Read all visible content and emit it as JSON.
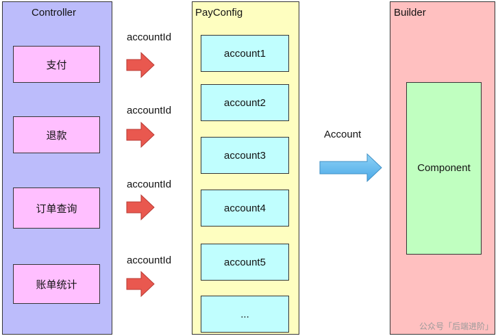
{
  "colors": {
    "controller_bg": "#bcbcfb",
    "controller_item_bg": "#ffbfff",
    "payconfig_bg": "#fefec0",
    "account_bg": "#c0fefe",
    "builder_bg": "#ffc0c0",
    "component_bg": "#c0ffc0",
    "red_arrow": "#e9584f",
    "blue_arrow": "#5fb9ef"
  },
  "controller": {
    "title": "Controller",
    "items": [
      "支付",
      "退款",
      "订单查询",
      "账单统计"
    ]
  },
  "arrows": {
    "labels": [
      "accountId",
      "accountId",
      "accountId",
      "accountId"
    ],
    "account_label": "Account"
  },
  "payconfig": {
    "title": "PayConfig",
    "items": [
      "account1",
      "account2",
      "account3",
      "account4",
      "account5",
      "..."
    ]
  },
  "builder": {
    "title": "Builder",
    "component": "Component"
  },
  "watermark": "公众号「后端进阶」"
}
